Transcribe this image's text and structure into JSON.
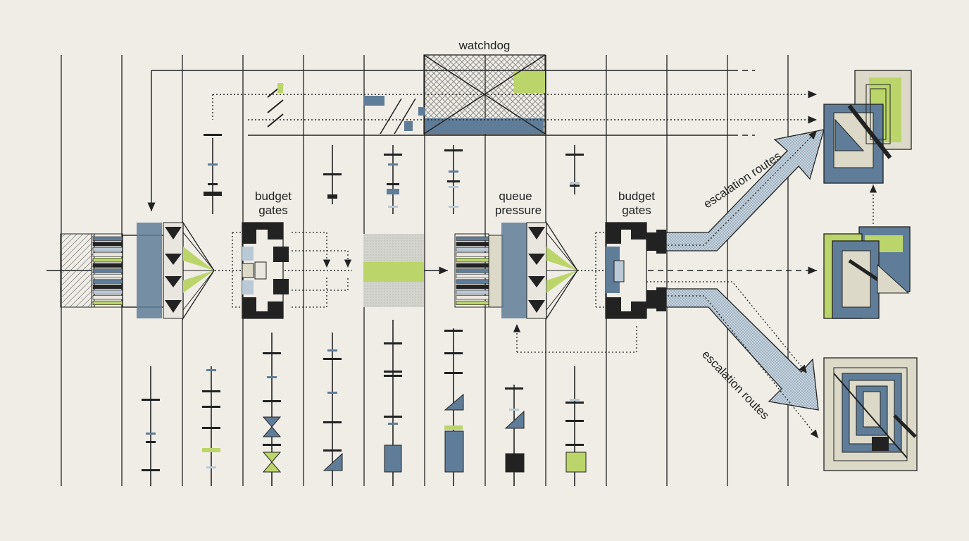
{
  "labels": {
    "watchdog": "watchdog",
    "budget_gates_1": [
      "budget",
      "gates"
    ],
    "queue_pressure": [
      "queue",
      "pressure"
    ],
    "budget_gates_2": [
      "budget",
      "gates"
    ],
    "escalation_upper": "escalation routes",
    "escalation_lower": "escalation routes"
  },
  "colors": {
    "background": "#efede6",
    "ink": "#222222",
    "slate_blue": "#5f7d98",
    "pale_blue": "#b9c9d6",
    "lime": "#bcd56a",
    "beige": "#dcd9c8",
    "hatch_gray": "#c9c9c2"
  },
  "icons": [
    "merge-funnel-icon",
    "gate-block-icon",
    "saturation-band-icon",
    "escalation-arrow-icon",
    "nested-square-icon"
  ]
}
